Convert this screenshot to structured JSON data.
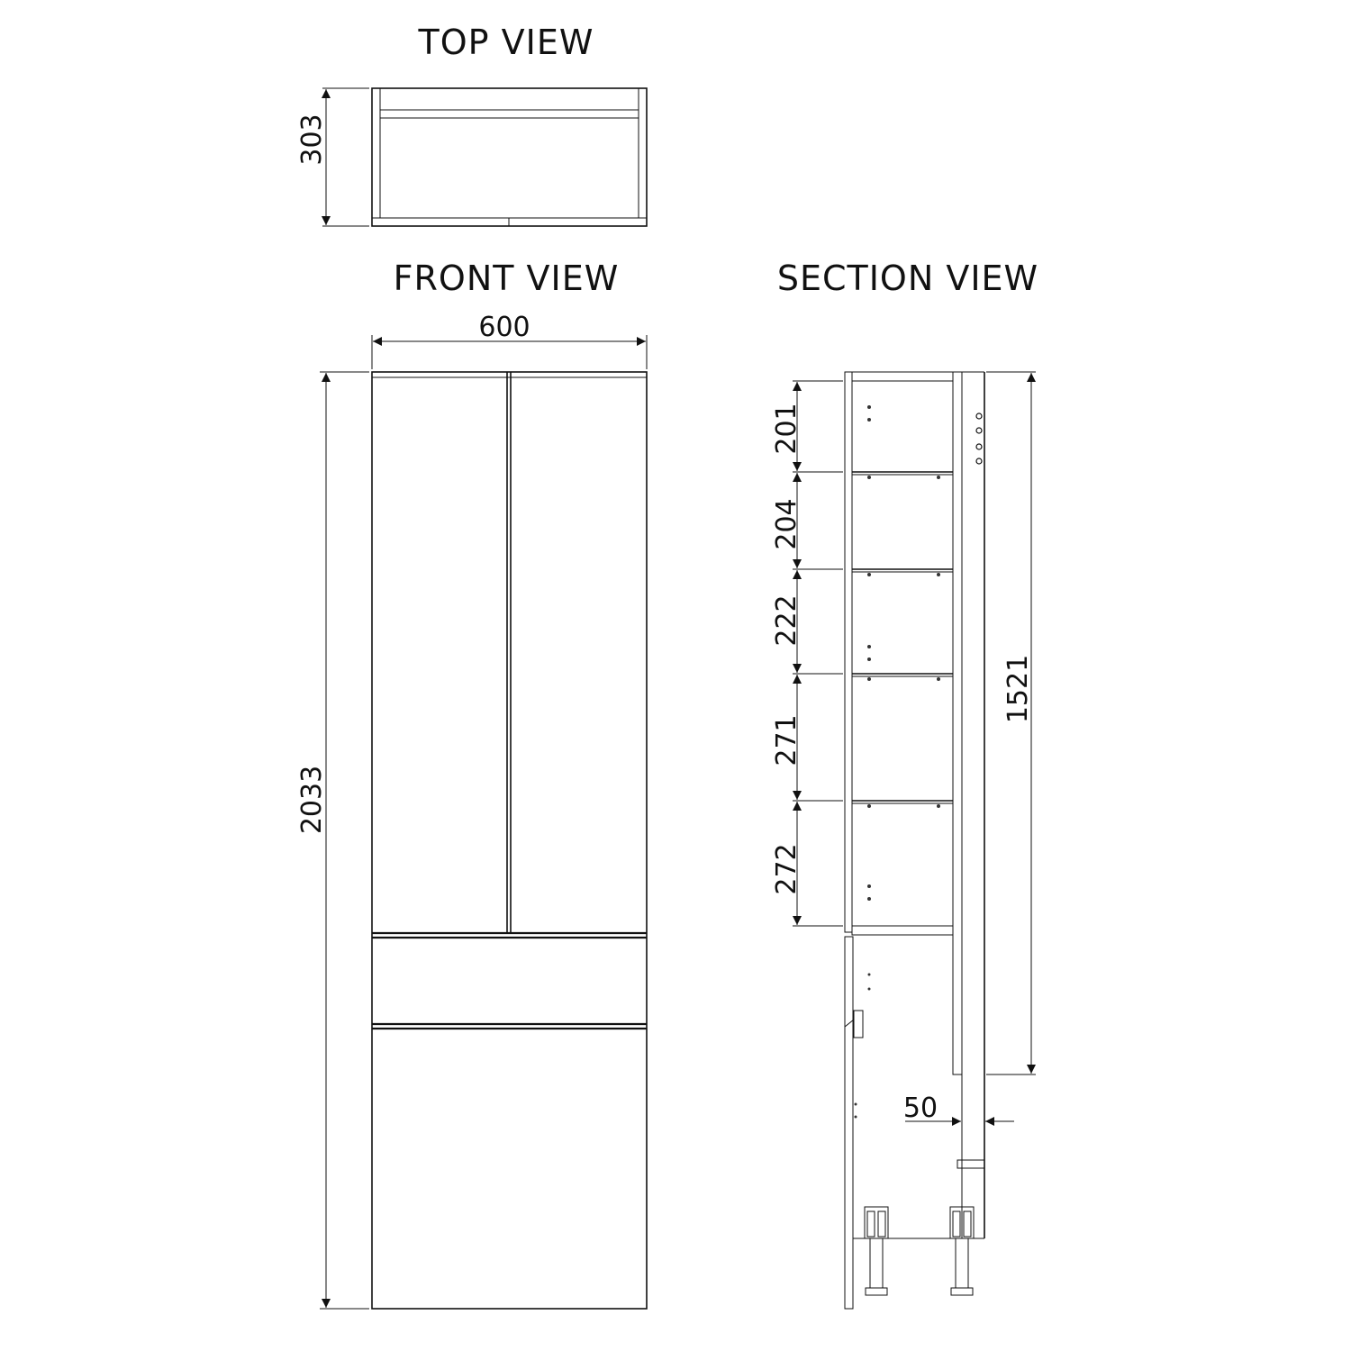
{
  "views": {
    "top": "TOP VIEW",
    "front": "FRONT VIEW",
    "section": "SECTION VIEW"
  },
  "dimensions": {
    "top_depth": "303",
    "front_width": "600",
    "front_height": "2033",
    "section_shelf_1": "201",
    "section_shelf_2": "204",
    "section_shelf_3": "222",
    "section_shelf_4": "271",
    "section_shelf_5": "272",
    "section_upper_height": "1521",
    "section_offset": "50"
  },
  "colors": {
    "line": "#111111",
    "background": "#ffffff"
  }
}
